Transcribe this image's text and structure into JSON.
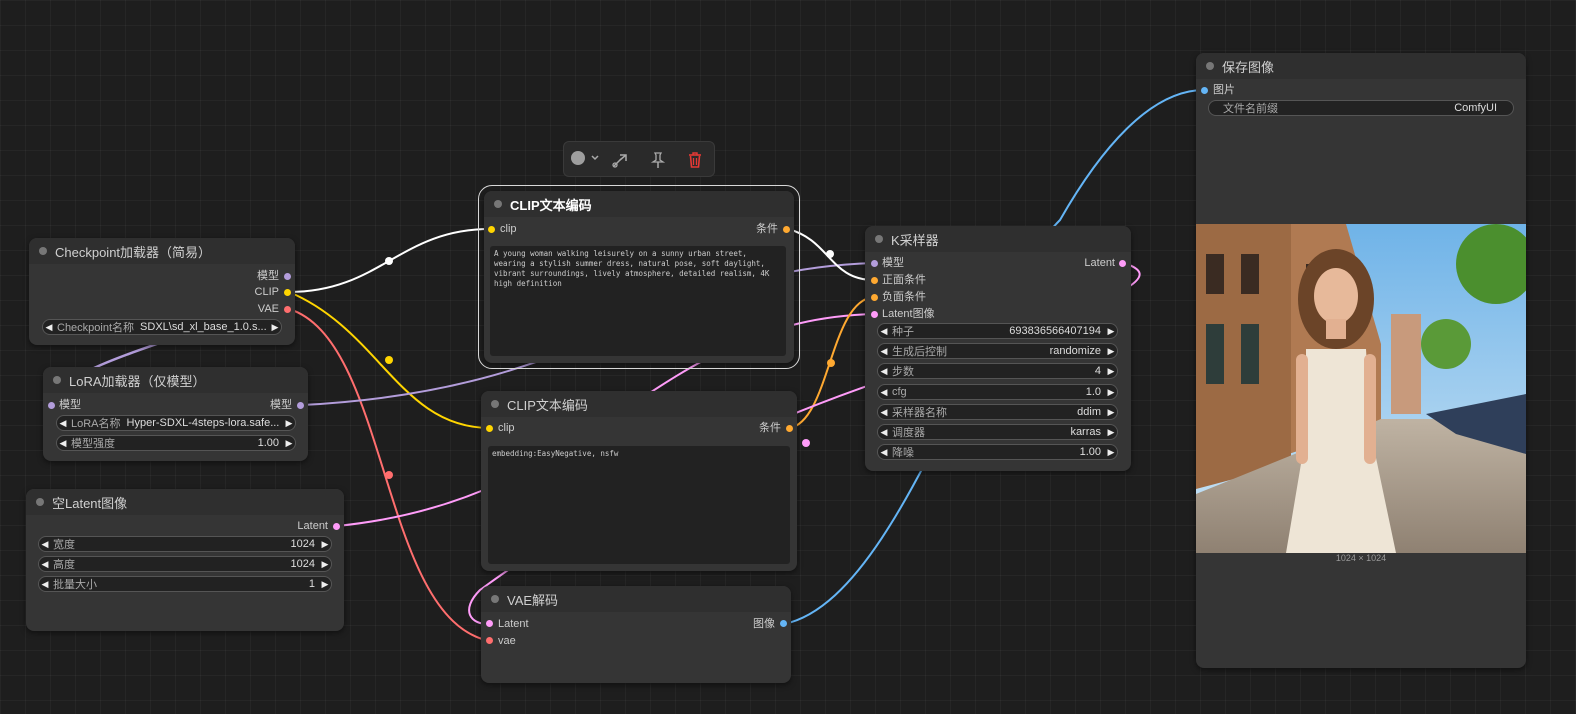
{
  "colors": {
    "model": "#b39ddb",
    "clip": "#ffd500",
    "vae": "#ff6e6e",
    "latent": "#ff9cf9",
    "conditioning": "#ffa931",
    "image": "#64b5f6"
  },
  "toolbar": {
    "color_icon": "color-circle-icon",
    "bypass_icon": "bypass-icon",
    "pin_icon": "pin-icon",
    "delete_icon": "trash-icon"
  },
  "checkpoint": {
    "title": "Checkpoint加载器（简易）",
    "out_model": "模型",
    "out_clip": "CLIP",
    "out_vae": "VAE",
    "ckpt_label": "Checkpoint名称",
    "ckpt_value": "SDXL\\sd_xl_base_1.0.s..."
  },
  "lora": {
    "title": "LoRA加载器（仅模型）",
    "in_model": "模型",
    "out_model": "模型",
    "lora_label": "LoRA名称",
    "lora_value": "Hyper-SDXL-4steps-lora.safe...",
    "strength_label": "模型强度",
    "strength_value": "1.00"
  },
  "latent": {
    "title": "空Latent图像",
    "out_latent": "Latent",
    "width_label": "宽度",
    "width_value": "1024",
    "height_label": "高度",
    "height_value": "1024",
    "batch_label": "批量大小",
    "batch_value": "1"
  },
  "clip_pos": {
    "title": "CLIP文本编码",
    "in_clip": "clip",
    "out_cond": "条件",
    "text": "A young woman walking leisurely on a sunny urban street, wearing a stylish summer dress, natural pose, soft daylight, vibrant surroundings, lively atmosphere, detailed realism, 4K high definition"
  },
  "clip_neg": {
    "title": "CLIP文本编码",
    "in_clip": "clip",
    "out_cond": "条件",
    "text": "embedding:EasyNegative, nsfw"
  },
  "vae_decode": {
    "title": "VAE解码",
    "in_latent": "Latent",
    "in_vae": "vae",
    "out_image": "图像"
  },
  "ksampler": {
    "title": "K采样器",
    "in_model": "模型",
    "in_positive": "正面条件",
    "in_negative": "负面条件",
    "in_latent": "Latent图像",
    "out_latent": "Latent",
    "seed_label": "种子",
    "seed_value": "693836566407194",
    "control_label": "生成后控制",
    "control_value": "randomize",
    "steps_label": "步数",
    "steps_value": "4",
    "cfg_label": "cfg",
    "cfg_value": "1.0",
    "sampler_label": "采样器名称",
    "sampler_value": "ddim",
    "scheduler_label": "调度器",
    "scheduler_value": "karras",
    "denoise_label": "降噪",
    "denoise_value": "1.00"
  },
  "save": {
    "title": "保存图像",
    "in_images": "图片",
    "prefix_label": "文件名前缀",
    "prefix_value": "ComfyUI",
    "image_size": "1024 × 1024"
  }
}
